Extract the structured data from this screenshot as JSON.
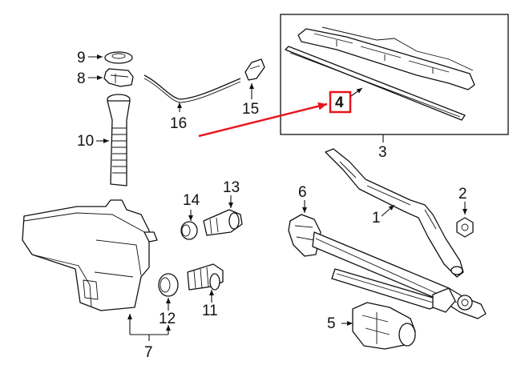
{
  "diagram": {
    "labels": {
      "p1": "1",
      "p2": "2",
      "p3": "3",
      "p4": "4",
      "p5": "5",
      "p6": "6",
      "p7": "7",
      "p8": "8",
      "p9": "9",
      "p10": "10",
      "p11": "11",
      "p12": "12",
      "p13": "13",
      "p14": "14",
      "p15": "15",
      "p16": "16"
    },
    "colors": {
      "highlight": "#e8141c",
      "ink": "#111111"
    }
  }
}
